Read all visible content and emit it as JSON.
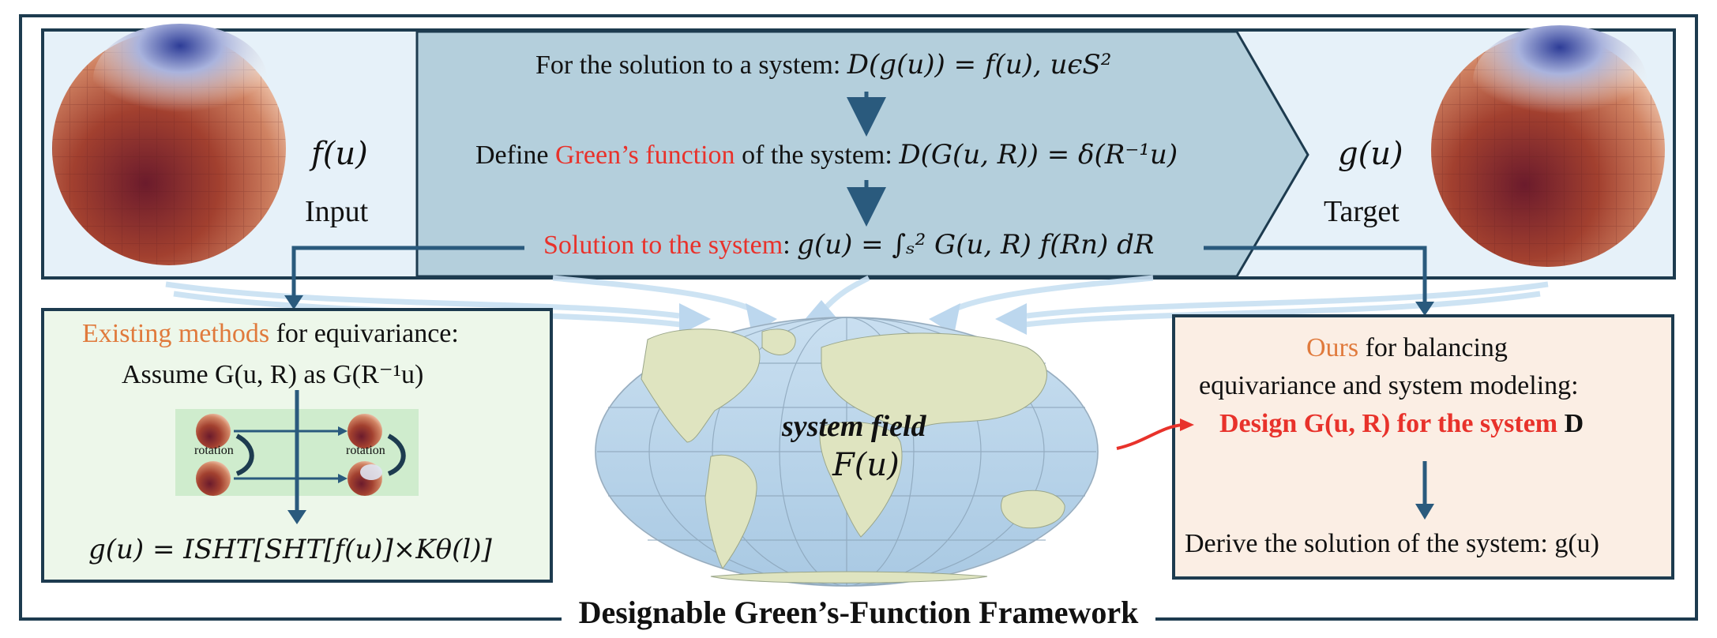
{
  "top": {
    "input_symbol": "f(u)",
    "input_label": "Input",
    "target_symbol": "g(u)",
    "target_label": "Target",
    "line1_text": "For the solution to a system: ",
    "line1_math": "D(g(u)) = f(u),  uϵS²",
    "line2_pre": "Define ",
    "line2_highlight": "Green’s function",
    "line2_post": " of the system: ",
    "line2_math": "D(G(u, R)) = δ(R⁻¹u)",
    "line3_highlight": "Solution to the system",
    "line3_post": ": ",
    "line3_math": "g(u) = ∫ₛ² G(u, R) f(Rn) dR"
  },
  "left": {
    "heading_highlight": "Existing methods",
    "heading_post": " for equivariance:",
    "assume_line": "Assume G(u, R) as G(R⁻¹u)",
    "rotation_label_1": "rotation",
    "rotation_label_2": "rotation",
    "formula": "g(u) = ISHT[SHT[f(u)]×Kθ(l)]"
  },
  "center": {
    "field_label": "system field",
    "field_symbol": "F(u)"
  },
  "right": {
    "heading_highlight": "Ours",
    "heading_post": " for balancing",
    "heading_line2": "equivariance and system modeling:",
    "design_line": "Design G(u, R) for the system",
    "design_symbol": "D",
    "derive_line": "Derive the solution of the system: g(u)"
  },
  "footer": {
    "title": "Designable Green’s-Function Framework"
  },
  "colors": {
    "frame": "#1d3b4f",
    "arrow": "#2a5a7d",
    "highlight_red": "#e8322b",
    "highlight_orange": "#e07a3c",
    "chevron_fill": "#b4cfdc"
  }
}
